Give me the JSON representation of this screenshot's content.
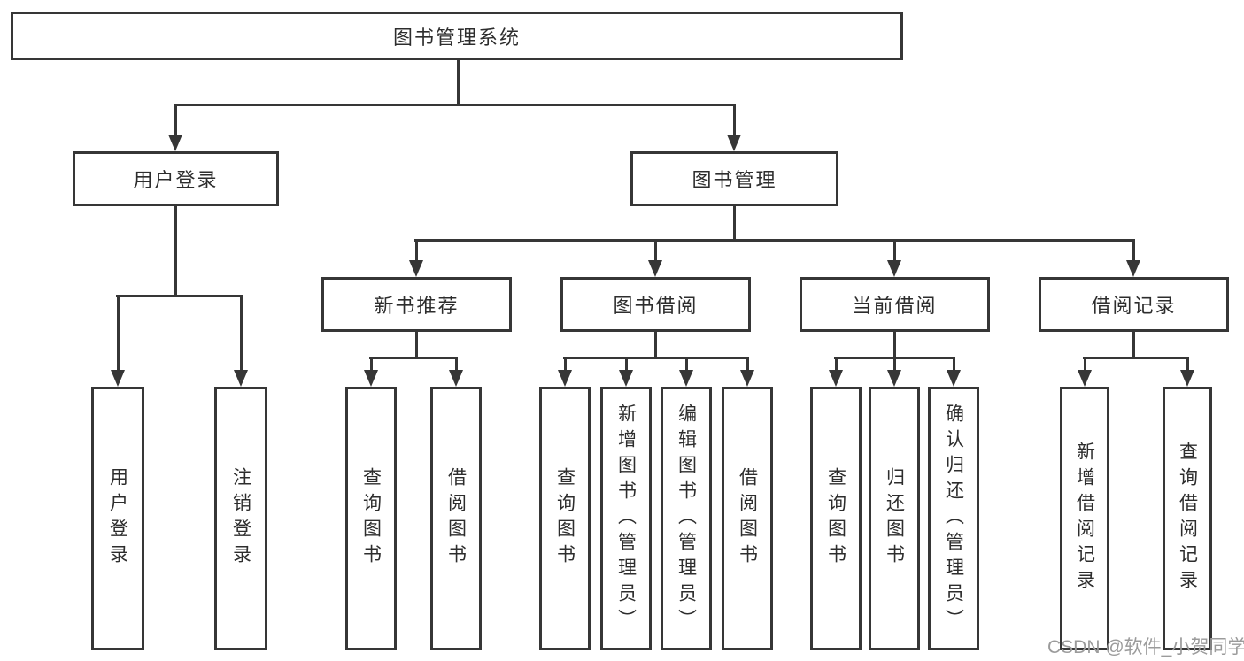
{
  "diagram": {
    "root": {
      "label": "图书管理系统",
      "children": [
        {
          "label": "用户登录",
          "children": [
            {
              "label": "用户登录"
            },
            {
              "label": "注销登录"
            }
          ]
        },
        {
          "label": "图书管理",
          "children": [
            {
              "label": "新书推荐",
              "children": [
                {
                  "label": "查询图书"
                },
                {
                  "label": "借阅图书"
                }
              ]
            },
            {
              "label": "图书借阅",
              "children": [
                {
                  "label": "查询图书"
                },
                {
                  "label": "新增图书（管理员）"
                },
                {
                  "label": "编辑图书（管理员）"
                },
                {
                  "label": "借阅图书"
                }
              ]
            },
            {
              "label": "当前借阅",
              "children": [
                {
                  "label": "查询图书"
                },
                {
                  "label": "归还图书"
                },
                {
                  "label": "确认归还（管理员）"
                }
              ]
            },
            {
              "label": "借阅记录",
              "children": [
                {
                  "label": "新增借阅记录"
                },
                {
                  "label": "查询借阅记录"
                }
              ]
            }
          ]
        }
      ]
    }
  },
  "watermark": {
    "text": "CSDN @软件_小贺同学"
  },
  "colors": {
    "line": "#363636",
    "text": "#2d2d2d",
    "watermark": "#9b9b9b",
    "background": "#ffffff"
  }
}
